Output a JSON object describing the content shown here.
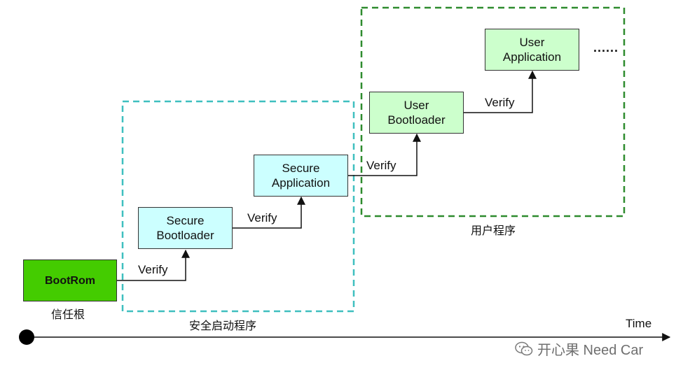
{
  "nodes": {
    "bootrom": "BootRom",
    "secure_bootloader": "Secure\nBootloader",
    "secure_application": "Secure\nApplication",
    "user_bootloader": "User\nBootloader",
    "user_application": "User\nApplication"
  },
  "edges": {
    "verify_1": "Verify",
    "verify_2": "Verify",
    "verify_3": "Verify",
    "verify_4": "Verify"
  },
  "groups": {
    "root_of_trust": "信任根",
    "secure_boot": "安全启动程序",
    "user_program": "用户程序"
  },
  "continuation": "......",
  "timeline": {
    "label": "Time"
  },
  "watermark": {
    "text": "开心果 Need Car",
    "icon": "wechat-icon"
  },
  "colors": {
    "root": "#44cc00",
    "secure": "#ccffff",
    "user": "#ccffcc",
    "secure_group_border": "#3fbfbf",
    "user_group_border": "#2e8b2e"
  }
}
